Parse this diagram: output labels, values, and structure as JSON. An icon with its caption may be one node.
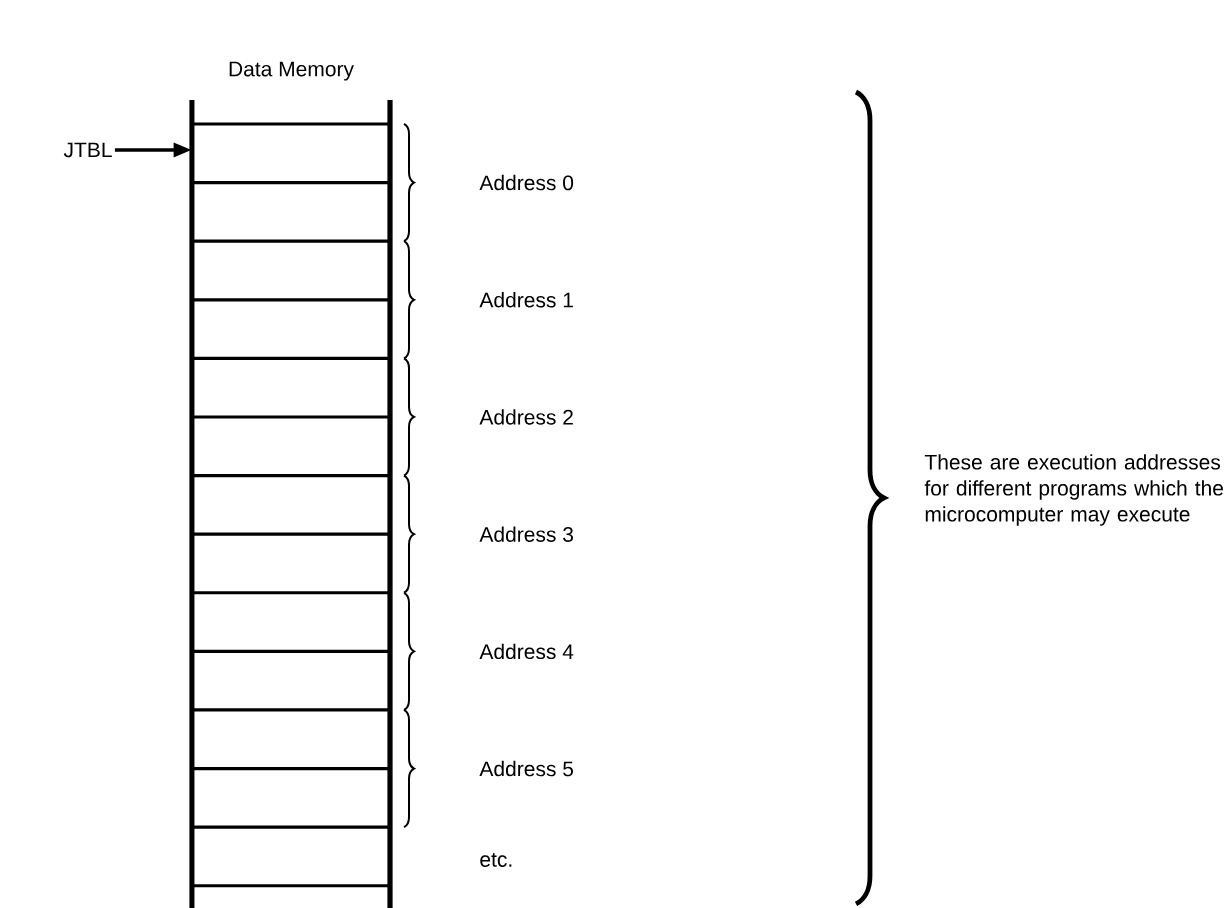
{
  "diagram": {
    "nodes": [
      {
        "text": [
          "JTBL"
        ]
      },
      {
        "text": [
          "Data Memory"
        ]
      }
    ],
    "edges": [
      {
        "from": 0,
        "to": 1,
        "arrow": "to"
      }
    ],
    "labels": [
      "Address 0",
      "Address 1",
      "Address 2",
      "Address 3",
      "Address 4",
      "Address 5",
      "etc.",
      "These are execution addresses for different programs which the microcomputer may execute"
    ]
  }
}
